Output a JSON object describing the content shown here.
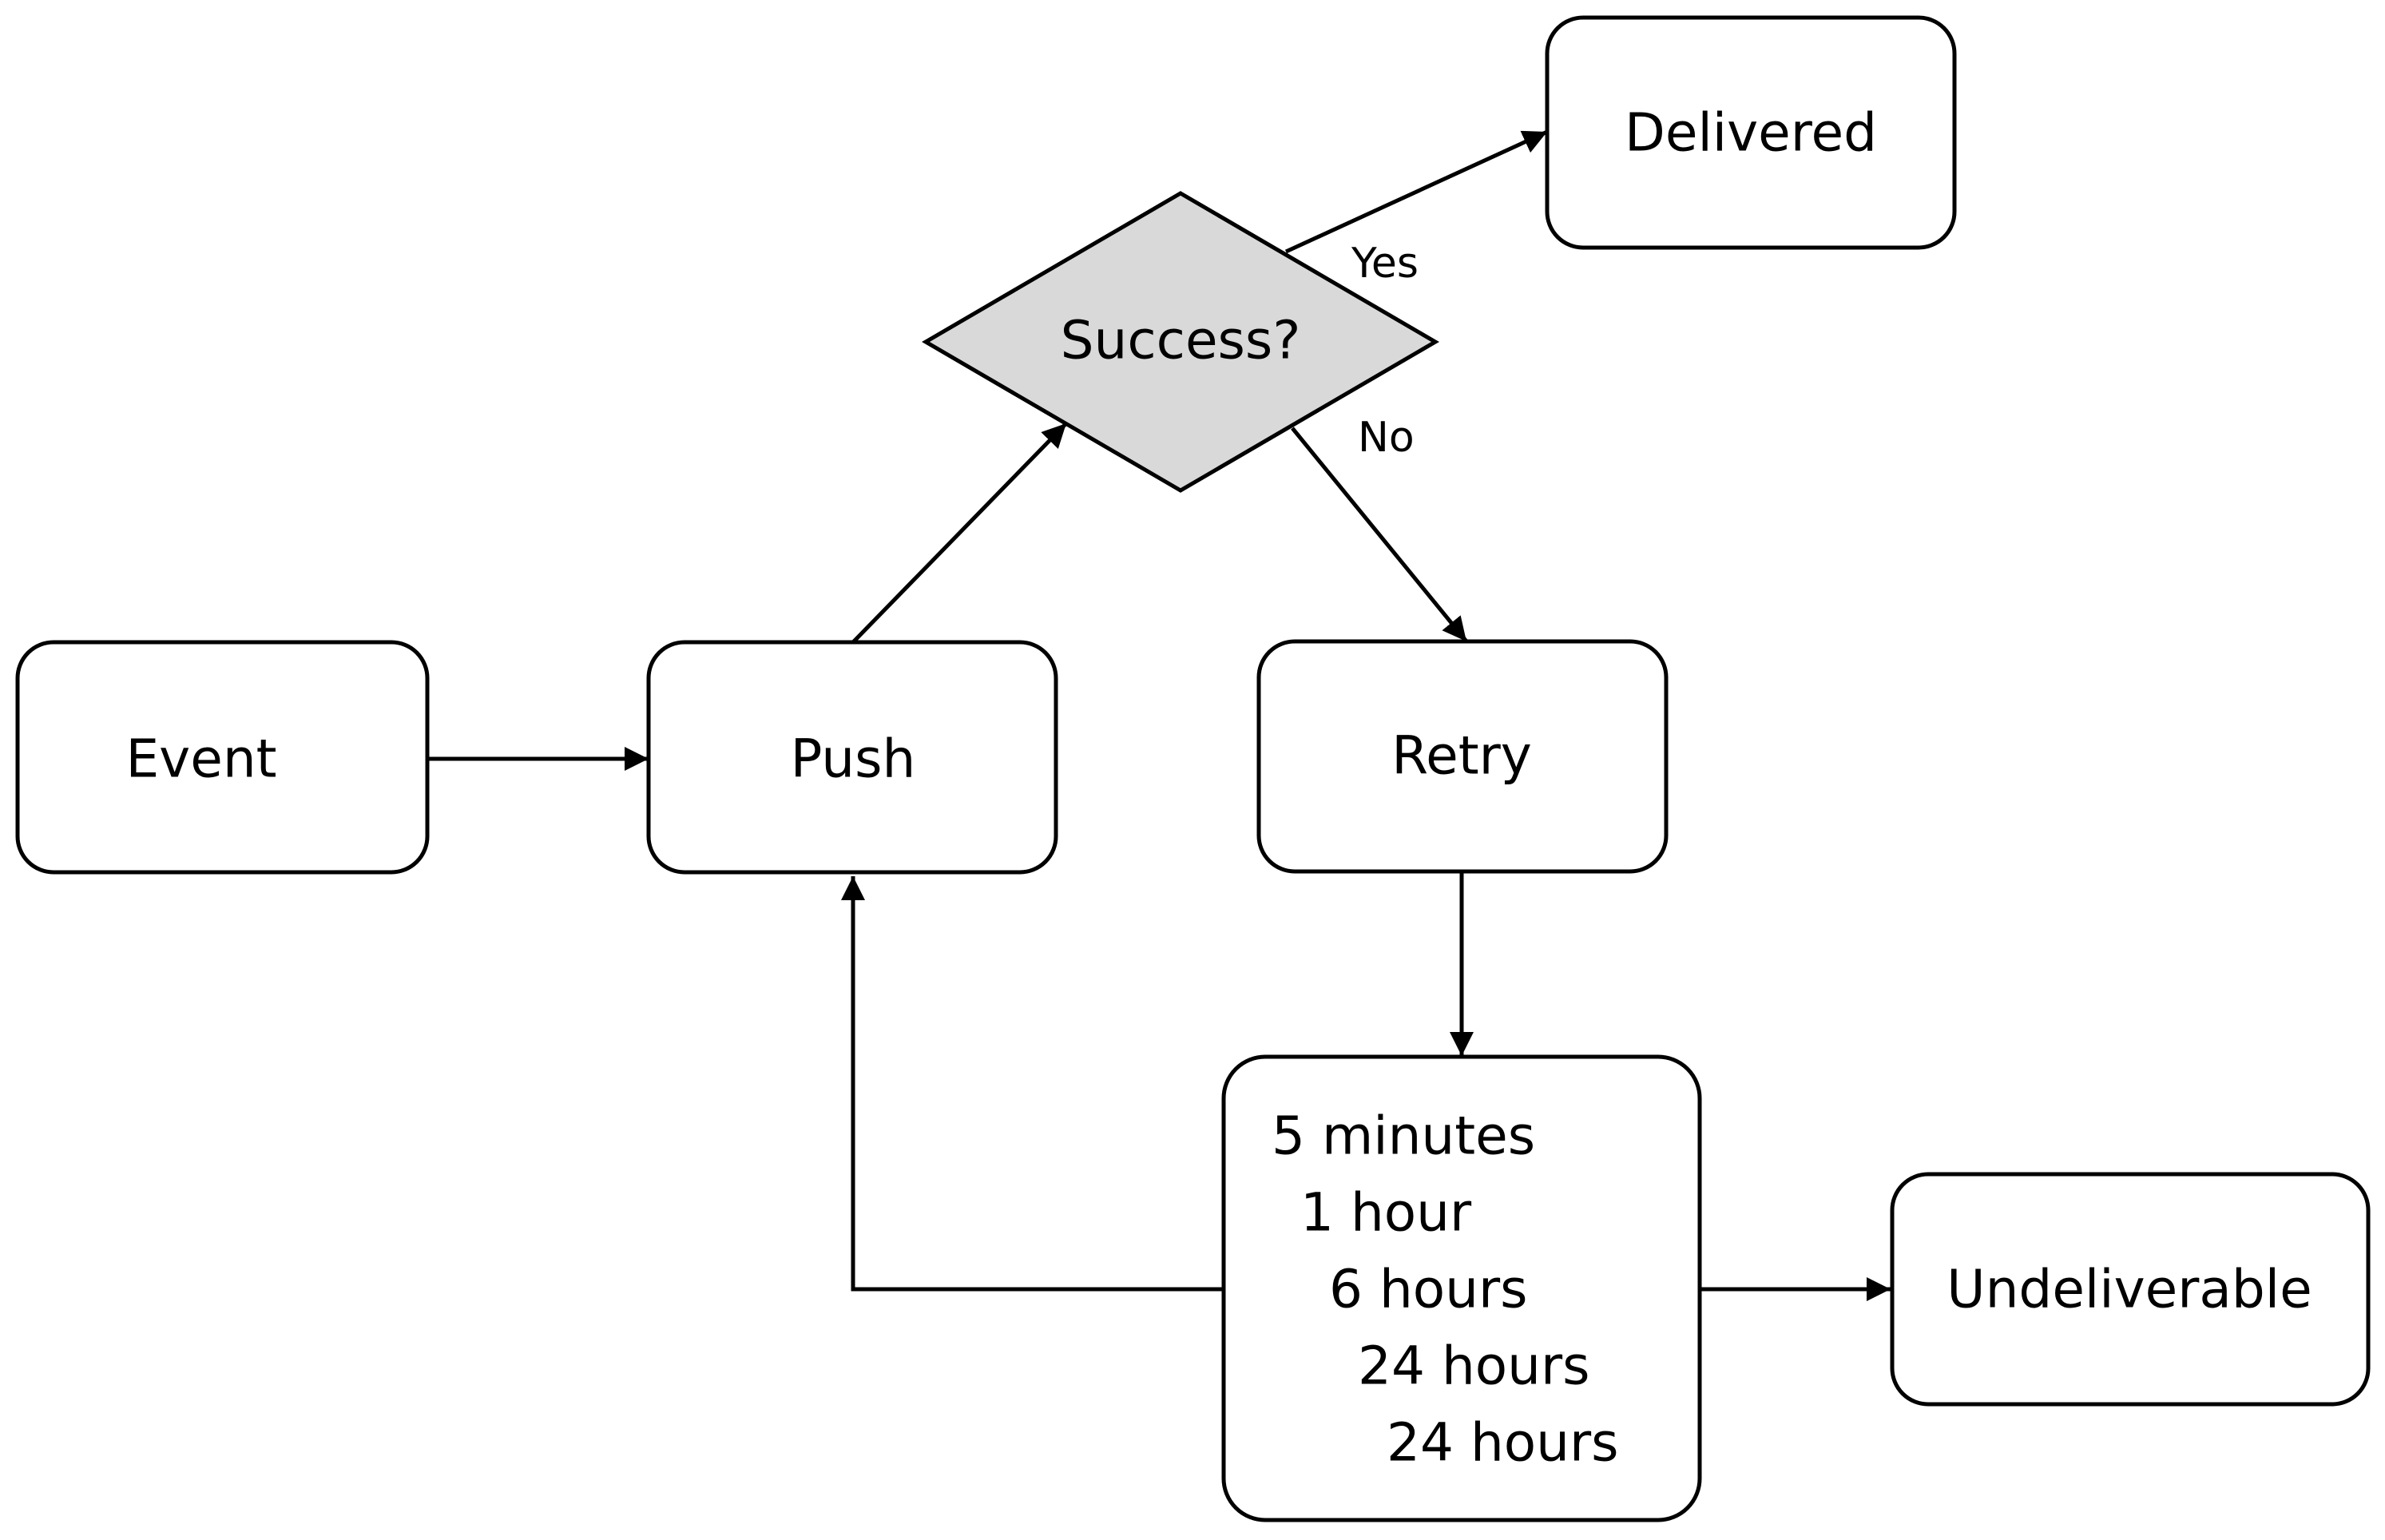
{
  "nodes": {
    "event": {
      "label": "Event"
    },
    "push": {
      "label": "Push"
    },
    "decision": {
      "label": "Success?"
    },
    "delivered": {
      "label": "Delivered"
    },
    "retry": {
      "label": "Retry"
    },
    "schedule": {
      "lines": [
        "5 minutes",
        "1 hour",
        "6 hours",
        "24 hours",
        "24 hours"
      ]
    },
    "undeliverable": {
      "label": "Undeliverable"
    }
  },
  "edges": {
    "yes_label": "Yes",
    "no_label": "No"
  },
  "colors": {
    "decision_fill": "#d9d9d9",
    "stroke": "#000000",
    "background": "#ffffff"
  }
}
